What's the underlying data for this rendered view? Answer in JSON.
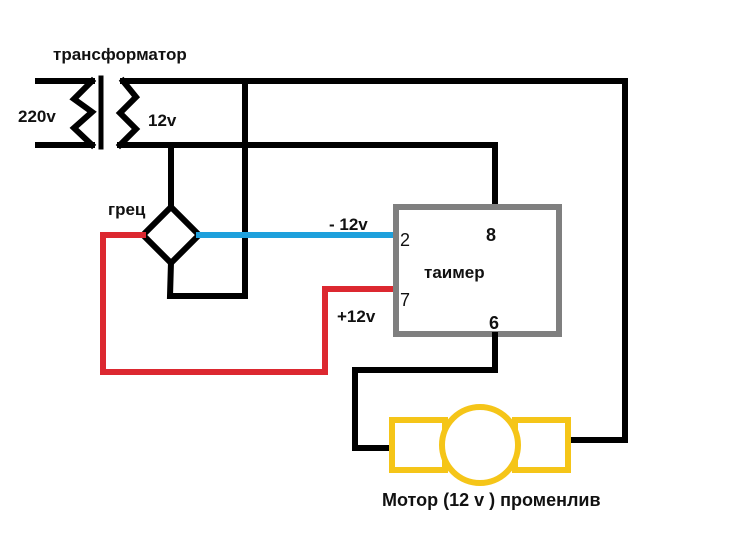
{
  "labels": {
    "transformer": "трансформатор",
    "primary_voltage": "220v",
    "secondary_voltage": "12v",
    "bridge": "грец",
    "minus_12v": "- 12v",
    "plus_12v": "+12v",
    "timer": "таимер",
    "motor": "Мотор (12 v ) променлив"
  },
  "timer_pins": {
    "pin_2": "2",
    "pin_7": "7",
    "pin_8": "8",
    "pin_6": "6"
  },
  "colors": {
    "wire": "#000000",
    "negative_wire": "#1ea0dc",
    "positive_wire": "#dc2830",
    "timer_box": "#7f7f7f",
    "motor": "#f5c518"
  },
  "components": [
    {
      "id": "transformer",
      "type": "transformer",
      "label": "трансформатор"
    },
    {
      "id": "bridge",
      "type": "bridge-rectifier",
      "label": "грец"
    },
    {
      "id": "timer",
      "type": "timer",
      "label": "таимер",
      "pins": [
        "2",
        "7",
        "8",
        "6"
      ]
    },
    {
      "id": "motor",
      "type": "motor",
      "label": "Мотор (12 v ) променлив"
    }
  ],
  "connections": [
    {
      "from": "transformer.secondary.top",
      "to": "motor.right",
      "color": "black"
    },
    {
      "from": "transformer.secondary.top",
      "to": "bridge.bottom",
      "color": "black"
    },
    {
      "from": "transformer.secondary.bottom",
      "to": "bridge.top",
      "color": "black"
    },
    {
      "from": "transformer.secondary.bottom",
      "to": "timer.pin_8",
      "color": "black"
    },
    {
      "from": "bridge.right",
      "to": "timer.pin_2",
      "label": "- 12v",
      "color": "blue"
    },
    {
      "from": "bridge.left",
      "to": "timer.pin_7",
      "label": "+12v",
      "color": "red"
    },
    {
      "from": "timer.pin_6",
      "to": "motor.left",
      "color": "black"
    }
  ]
}
